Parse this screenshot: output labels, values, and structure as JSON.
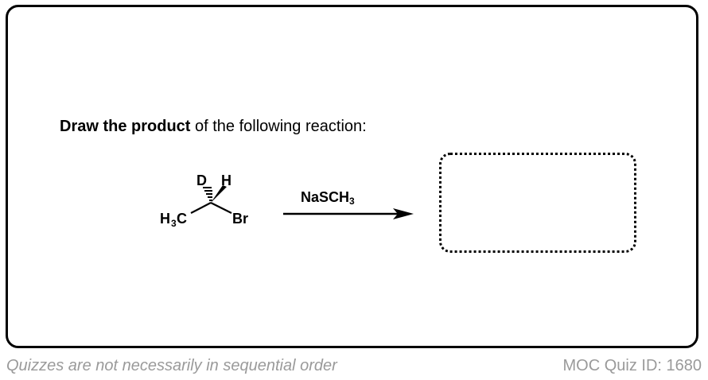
{
  "question": {
    "bold": "Draw the product",
    "rest": " of the following reaction:"
  },
  "molecule": {
    "top_left": "D",
    "top_right": "H",
    "left_main": "H",
    "left_sub": "3",
    "left_end": "C",
    "right": "Br"
  },
  "reagent": {
    "main": "NaSCH",
    "sub": "3"
  },
  "footer": {
    "left": "Quizzes are not necessarily in sequential order",
    "right": "MOC Quiz ID: 1680"
  },
  "colors": {
    "border": "#000000",
    "footer_text": "#9a9a9a",
    "background": "#ffffff"
  }
}
